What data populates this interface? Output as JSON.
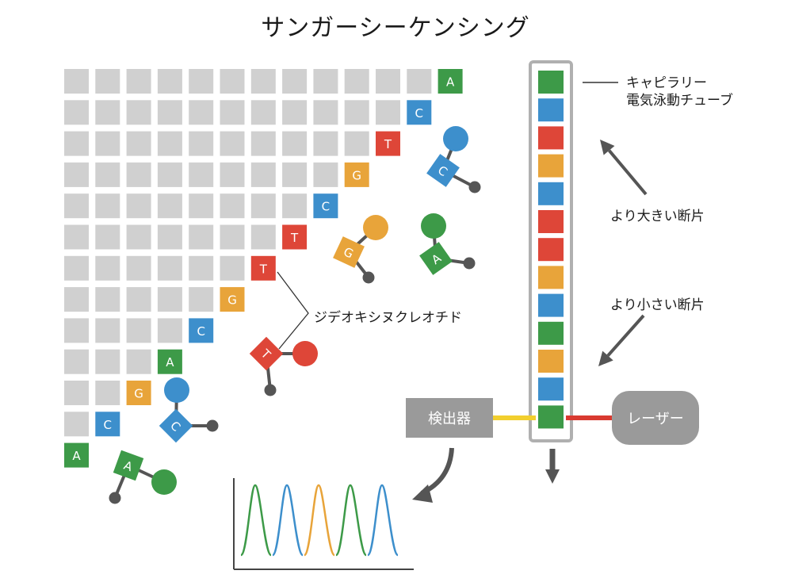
{
  "title": "サンガーシーケンシング",
  "labels": {
    "capillary_line1": "キャピラリー",
    "capillary_line2": "電気泳動チューブ",
    "larger": "より大きい断片",
    "smaller": "より小さい断片",
    "ddntp": "ジデオキシヌクレオチド",
    "detector": "検出器",
    "laser": "レーザー"
  },
  "colors": {
    "A": "#3d9a48",
    "C": "#3d8fcc",
    "G": "#e8a43a",
    "T": "#de4638",
    "grid": "#d0d0d0",
    "gray_box": "#9a9a9a",
    "laser_beam": "#d93a30",
    "detector_beam": "#f2cf2e"
  },
  "staircase_letters": [
    "A",
    "C",
    "G",
    "A",
    "C",
    "G",
    "T",
    "T",
    "C",
    "G",
    "T",
    "C",
    "A"
  ],
  "capillary_bands": [
    "A",
    "C",
    "T",
    "G",
    "C",
    "T",
    "T",
    "G",
    "C",
    "A",
    "G",
    "C",
    "A"
  ],
  "free_nucleotides": [
    "C",
    "G",
    "A",
    "T",
    "C",
    "A"
  ],
  "chromatogram_peaks": [
    "A",
    "C",
    "G",
    "A",
    "C"
  ]
}
